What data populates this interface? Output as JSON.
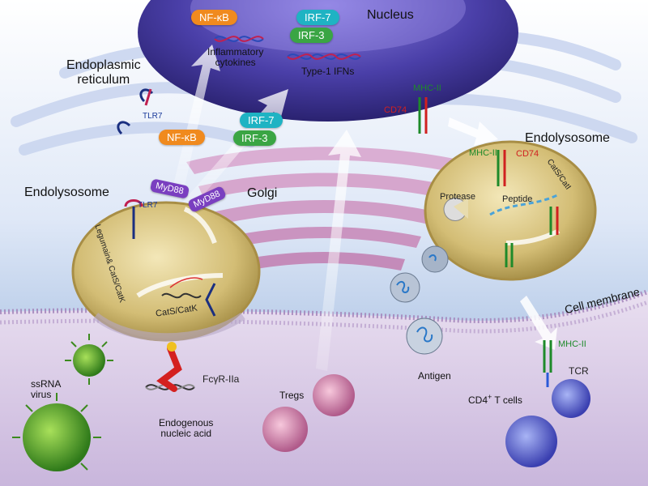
{
  "compartments": {
    "nucleus": "Nucleus",
    "endoplasmic_reticulum": "Endoplasmic\nreticulum",
    "golgi": "Golgi",
    "endolysosome_left": "Endolysosome",
    "endolysosome_right": "Endolysosome",
    "cell_membrane": "Cell membrane"
  },
  "transcription_factors": {
    "nfkb_nucleus": "NF-κB",
    "irf7_nucleus": "IRF-7",
    "irf3_nucleus": "IRF-3",
    "nfkb_cyto": "NF-κB",
    "irf7_cyto": "IRF-7",
    "irf3_cyto": "IRF-3"
  },
  "gene_products": {
    "inflammatory": "Inflammatory\ncytokines",
    "type1": "Type-1 IFNs"
  },
  "receptors": {
    "tlr7_er": "TLR7",
    "tlr7_lyso": "TLR7",
    "myd88_a": "MyD88",
    "myd88_b": "MyD88",
    "fcr": "FcγR-IIa",
    "tcr": "TCR"
  },
  "mhc": {
    "mhc_er": "MHC-II",
    "cd74_er": "CD74",
    "mhc_lyso": "MHC-II",
    "cd74_lyso": "CD74",
    "mhc_membrane": "MHC-II"
  },
  "enzymes": {
    "cat_lyso_right": "CatS/CatI",
    "legumain": "Legumain& CatS/CatK",
    "cat_lyso_left": "CatS/CatK",
    "protease": "Protease",
    "peptide": "Peptide"
  },
  "extracellular": {
    "ssrna": "ssRNA\nvirus",
    "endogenous": "Endogenous\nnucleic acid",
    "tregs": "Tregs",
    "antigen": "Antigen",
    "cd4_main": "CD4",
    "cd4_sup": "+",
    "cd4_tail": " T cells"
  },
  "colors": {
    "nfkb": "#f08a1e",
    "irf7": "#1fb3c3",
    "irf3": "#3aa544",
    "myd88": "#7a3fc0",
    "mhc_green": "#1e8a2a",
    "cd74_red": "#d02020",
    "nucleus": "#5a4fb0",
    "lysosome": "#d8c27a",
    "membrane": "#cbb8d8"
  }
}
